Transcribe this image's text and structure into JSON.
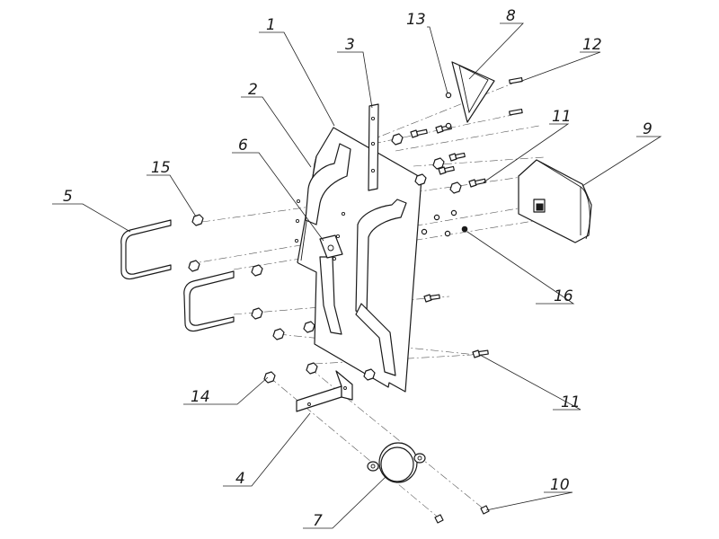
{
  "diagram": {
    "type": "exploded-assembly-drawing",
    "callouts": [
      "1",
      "2",
      "3",
      "4",
      "5",
      "6",
      "7",
      "8",
      "9",
      "10",
      "11",
      "11",
      "12",
      "13",
      "14",
      "15",
      "16"
    ],
    "line_color": "#1a1a1a",
    "background": "#ffffff"
  }
}
